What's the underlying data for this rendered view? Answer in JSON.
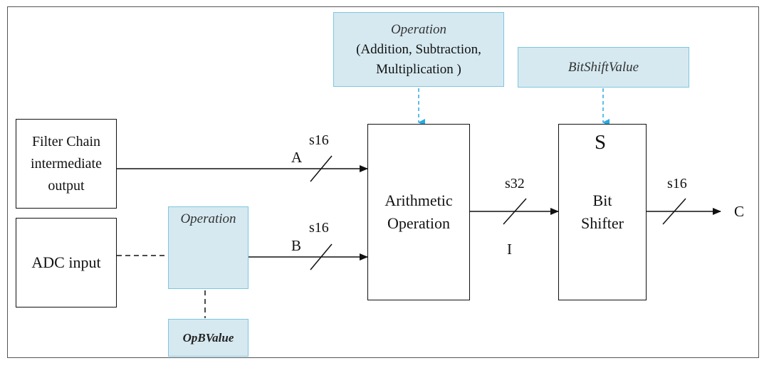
{
  "blocks": {
    "filter_chain": "Filter Chain\nintermediate\noutput",
    "adc_input": "ADC input",
    "arithmetic": "Arithmetic\nOperation",
    "bit_shifter_symbol": "S",
    "bit_shifter": "Bit\nShifter"
  },
  "params": {
    "operation_top_title": "Operation",
    "operation_top_detail": "(Addition, Subtraction,\nMultiplication )",
    "bitshift_value": "BitShiftValue",
    "operation_switch": "Operation",
    "opb_value": "OpBValue"
  },
  "signals": {
    "a_name": "A",
    "a_type": "s16",
    "b_name": "B",
    "b_type": "s16",
    "i_name": "I",
    "i_type": "s32",
    "c_name": "C",
    "c_type": "s16"
  },
  "colors": {
    "param_fill": "#d6e9f0",
    "param_border": "#7ec6df",
    "param_arrow": "#29a9e1"
  }
}
